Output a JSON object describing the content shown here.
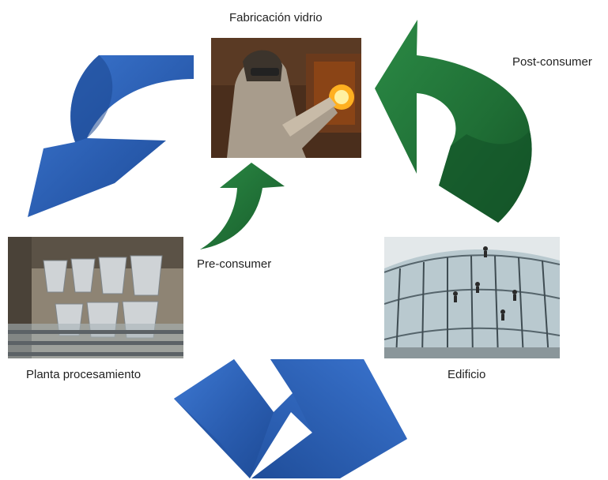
{
  "diagram": {
    "nodes": {
      "fabricacion": {
        "label": "Fabricación vidrio",
        "image": "glass-furnace-worker-photo"
      },
      "planta": {
        "label": "Planta procesamiento",
        "image": "glass-processing-plant-photo"
      },
      "edificio": {
        "label": "Edificio",
        "image": "glass-building-facade-photo"
      }
    },
    "flows": {
      "post_consumer": "Post-consumer",
      "pre_consumer": "Pre-consumer"
    },
    "colors": {
      "blue_arrow": "#2a5db0",
      "green_arrow": "#1f6e35"
    }
  }
}
